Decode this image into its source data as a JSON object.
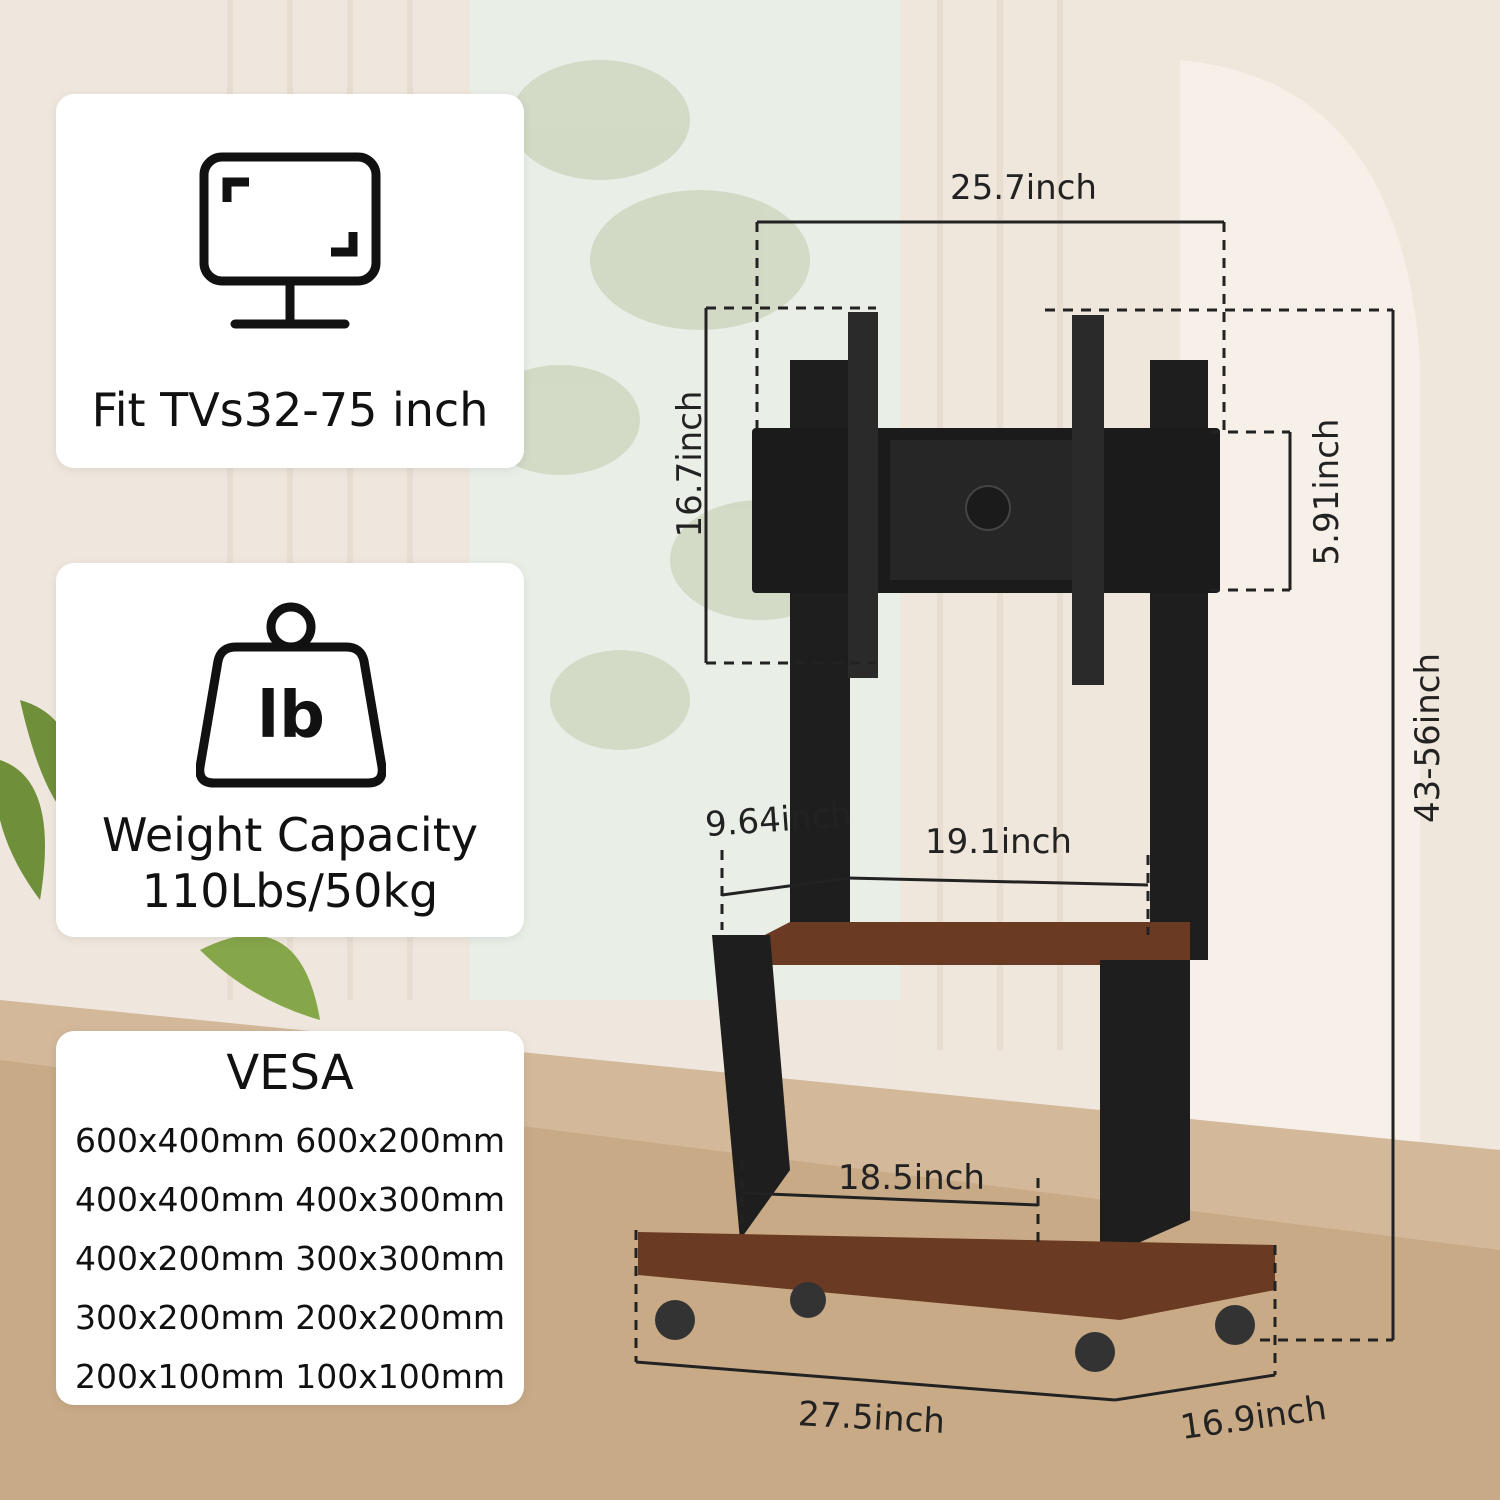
{
  "cards": {
    "tv": {
      "icon": "monitor-icon",
      "label": "Fit TVs32-75 inch"
    },
    "weight": {
      "icon": "weight-icon",
      "icon_text": "lb",
      "label_line1": "Weight Capacity",
      "label_line2": "110Lbs/50kg"
    },
    "vesa": {
      "title": "VESA",
      "rows": [
        "600x400mm 600x200mm",
        "400x400mm 400x300mm",
        "400x200mm 300x300mm",
        "300x200mm 200x200mm",
        "200x100mm 100x100mm"
      ]
    }
  },
  "dimensions": {
    "top_width": "25.7inch",
    "mount_height": "16.7inch",
    "bracket_height": "5.91inch",
    "total_height": "43-56inch",
    "depth_small": "9.64inch",
    "shelf_width": "19.1inch",
    "lower_width": "18.5inch",
    "base_width": "27.5inch",
    "base_depth": "16.9inch"
  },
  "colors": {
    "frame": "#1e1e1e",
    "wood": "#6b3a22",
    "card_bg": "#ffffff"
  }
}
